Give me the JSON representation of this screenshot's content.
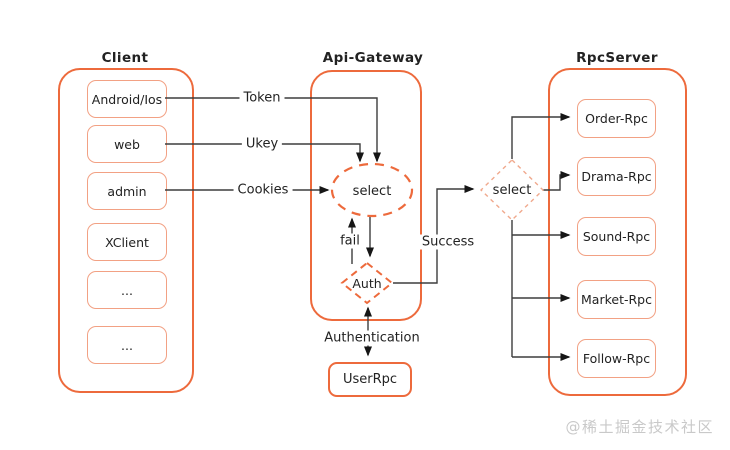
{
  "titles": {
    "client": "Client",
    "gateway": "Api-Gateway",
    "rpc_server": "RpcServer"
  },
  "client_items": [
    "Android/Ios",
    "web",
    "admin",
    "XClient",
    "...",
    "..."
  ],
  "rpc_items": [
    "Order-Rpc",
    "Drama-Rpc",
    "Sound-Rpc",
    "Market-Rpc",
    "Follow-Rpc"
  ],
  "gateway": {
    "select": "select",
    "auth": "Auth"
  },
  "router_select": "select",
  "user_rpc": "UserRpc",
  "edge_labels": {
    "token": "Token",
    "ukey": "Ukey",
    "cookies": "Cookies",
    "fail": "fail",
    "success": "Success",
    "authentication": "Authentication"
  },
  "watermark": "@稀土掘金技术社区",
  "colors": {
    "container_border": "#ed6a3c",
    "box_border": "#f2a184",
    "dashed_shape": "#ed6a3c",
    "router_dashed": "#f0a98d",
    "line": "#3d3d3d",
    "arrow": "#161616",
    "text": "#222222",
    "watermark": "#c9c9c9"
  }
}
